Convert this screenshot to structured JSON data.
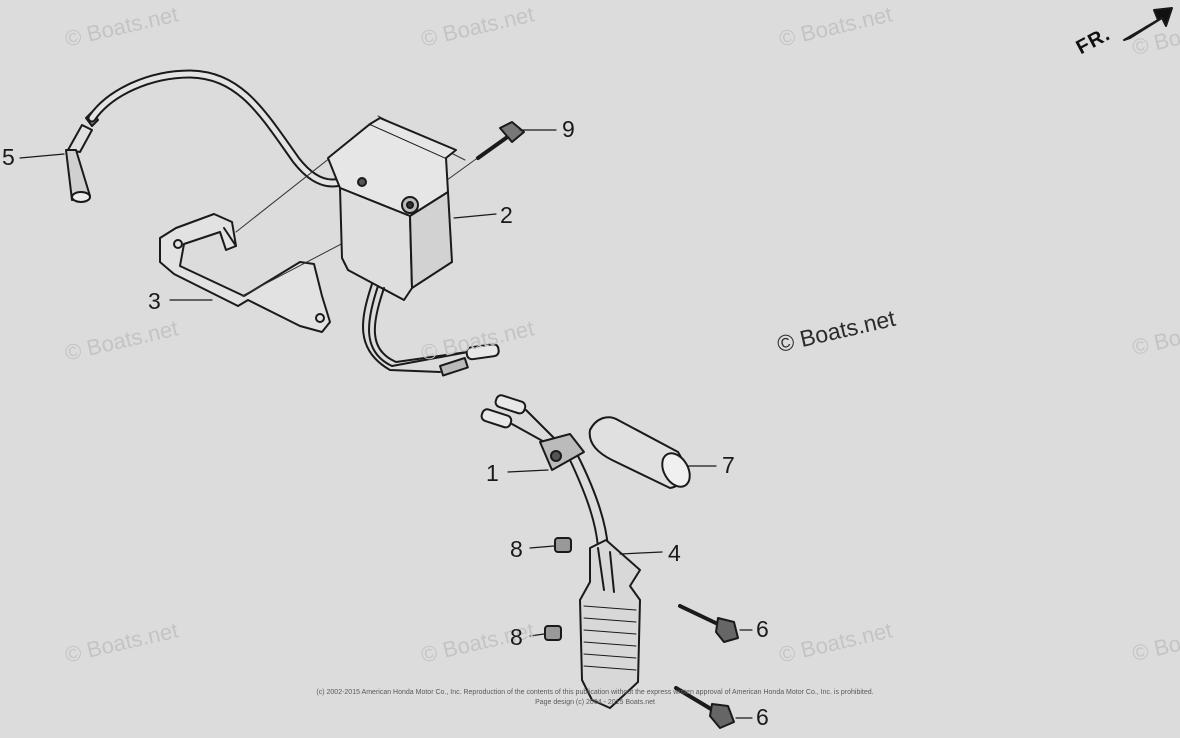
{
  "watermark": "© Boats.net",
  "direction_label": "FR.",
  "callouts": {
    "p1": "1",
    "p2": "2",
    "p3": "3",
    "p4": "4",
    "p5": "5",
    "p6a": "6",
    "p6b": "6",
    "p7": "7",
    "p8a": "8",
    "p8b": "8",
    "p9": "9"
  },
  "copyright": {
    "line1": "(c) 2002-2015 American Honda Motor Co., Inc. Reproduction of the contents of this publication without the express written approval of American Honda Motor Co., Inc. is prohibited.",
    "line2": "Page design (c) 2004 - 2015 Boats.net"
  },
  "colors": {
    "background": "#dcdcdc",
    "ink": "#1a1a1a",
    "watermark": "#c4c4c4"
  }
}
